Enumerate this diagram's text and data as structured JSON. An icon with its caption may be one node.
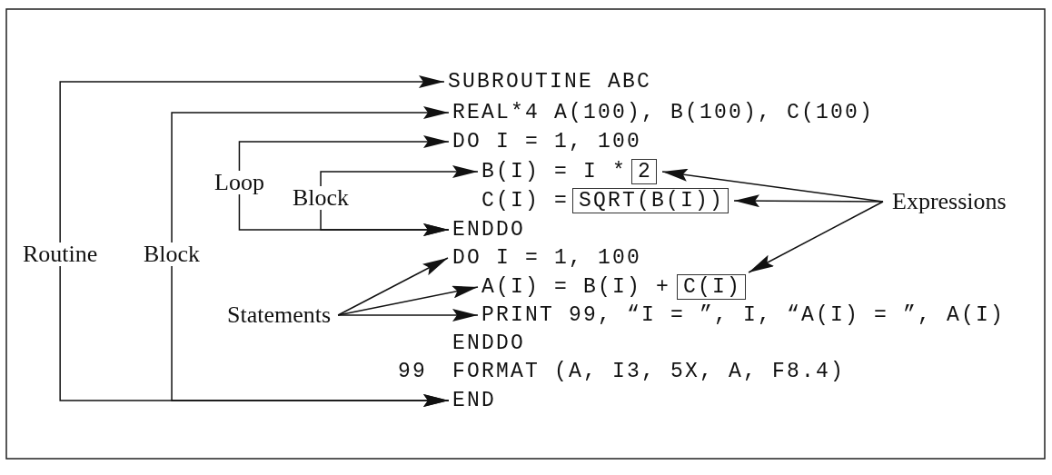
{
  "diagram": {
    "nodes": [
      {
        "text": [
          "SUBROUTINE ABC"
        ]
      },
      {
        "text": [
          "REAL*4 A(100), B(100), C(100)"
        ]
      },
      {
        "text": [
          "DO I = 1, 100"
        ]
      },
      {
        "text": [
          "Loop"
        ]
      },
      {
        "text": [
          "B(I) = I *"
        ]
      },
      {
        "text": [
          "2"
        ]
      },
      {
        "text": [
          "Block"
        ]
      },
      {
        "text": [
          "SQRT(B(I))"
        ]
      },
      {
        "text": [
          "Expressions"
        ]
      },
      {
        "text": [
          "ENDDO"
        ]
      },
      {
        "text": [
          "Routine"
        ]
      },
      {
        "text": [
          "Block"
        ]
      },
      {
        "text": [
          "DO I = 1, 100"
        ]
      },
      {
        "text": [
          "A(I) = B(I) +"
        ]
      },
      {
        "text": [
          "C(I)"
        ]
      },
      {
        "text": [
          "Statements"
        ]
      },
      {
        "text": [
          "PRINT 99, “I = ”, I, “A(I) = ”, A(I)"
        ]
      },
      {
        "text": [
          "END"
        ]
      }
    ],
    "edges": [
      {
        "from": 10,
        "to": 0,
        "arrow": "to"
      },
      {
        "from": 10,
        "to": 17,
        "arrow": "to"
      },
      {
        "from": 11,
        "to": 1,
        "arrow": "to"
      },
      {
        "from": 11,
        "to": 17,
        "arrow": "to"
      },
      {
        "from": 3,
        "to": 2,
        "arrow": "to"
      },
      {
        "from": 3,
        "to": 9,
        "arrow": "to"
      },
      {
        "from": 6,
        "to": 4,
        "arrow": "to"
      },
      {
        "from": 6,
        "to": 9,
        "arrow": "to"
      },
      {
        "from": 8,
        "to": 5,
        "arrow": "to"
      },
      {
        "from": 8,
        "to": 7,
        "arrow": "to"
      },
      {
        "from": 8,
        "to": 14,
        "arrow": "to"
      },
      {
        "from": 15,
        "to": 12,
        "arrow": "to"
      },
      {
        "from": 15,
        "to": 13,
        "arrow": "to"
      },
      {
        "from": 15,
        "to": 16,
        "arrow": "to"
      }
    ],
    "labels": [
      "C(I) =",
      "ENDDO",
      "99",
      "FORMAT (A, I3, 5X, A, F8.4)"
    ]
  }
}
